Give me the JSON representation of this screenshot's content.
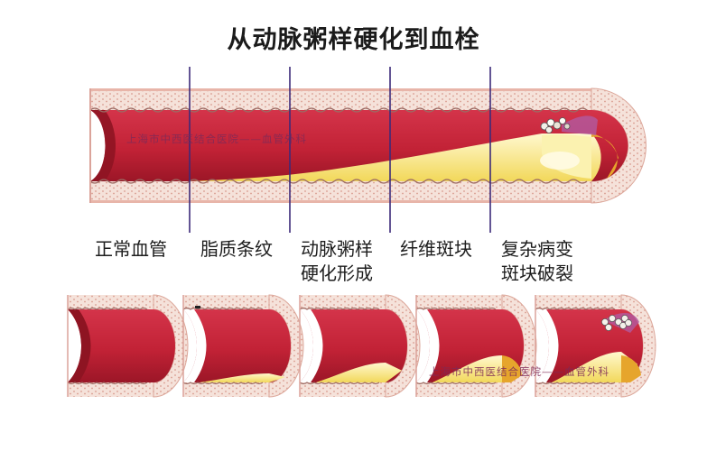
{
  "title": "从动脉粥样硬化到血栓",
  "watermark": "上海市中西医结合医院——血管外科",
  "stages": [
    {
      "line1": "正常血管",
      "line2": ""
    },
    {
      "line1": "脂质条纹",
      "line2": ""
    },
    {
      "line1": "动脉粥样",
      "line2": "硬化形成"
    },
    {
      "line1": "纤维斑块",
      "line2": ""
    },
    {
      "line1": "复杂病变",
      "line2": "斑块破裂"
    }
  ],
  "colors": {
    "blood_red": "#c7283a",
    "dark_red": "#8e1422",
    "wall_pink": "#f3d6cf",
    "plaque_yellow": "#f6e27a",
    "plaque_light": "#fff7c8",
    "plaque_orange": "#e6a52c",
    "divider_purple": "#3c2a7a"
  },
  "icons": [
    "ruptured-plaque-icon"
  ]
}
